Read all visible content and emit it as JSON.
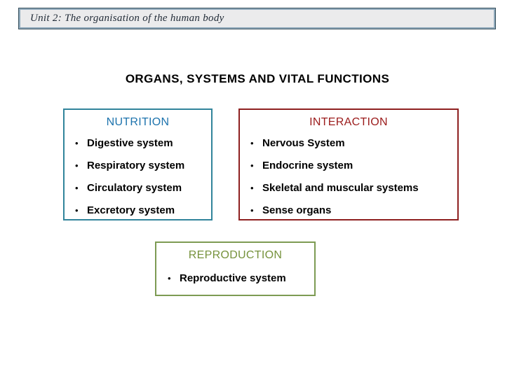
{
  "slide": {
    "header_title": "Unit 2: The organisation of the human body",
    "title": "ORGANS, SYSTEMS AND VITAL FUNCTIONS"
  },
  "glyphs": {
    "bullet": "•"
  },
  "boxes": {
    "nutrition": {
      "heading": "NUTRITION",
      "items": [
        "Digestive system",
        "Respiratory system",
        "Circulatory system",
        "Excretory system"
      ]
    },
    "interaction": {
      "heading": "INTERACTION",
      "items": [
        "Nervous System",
        "Endocrine system",
        "Skeletal and muscular systems",
        "Sense organs"
      ]
    },
    "reproduction": {
      "heading": "REPRODUCTION",
      "items": [
        "Reproductive system"
      ]
    }
  },
  "colors": {
    "nutrition_heading": "#1d73ad",
    "nutrition_border": "#31849b",
    "interaction_heading": "#9b1b1b",
    "interaction_border": "#8e2020",
    "reproduction_heading": "#76923c",
    "reproduction_border": "#7d9b53",
    "header_fill": "#ebebec",
    "header_border_outer": "#3a525f",
    "header_border_inner": "#8ea8ba",
    "body_text": "#000000"
  }
}
